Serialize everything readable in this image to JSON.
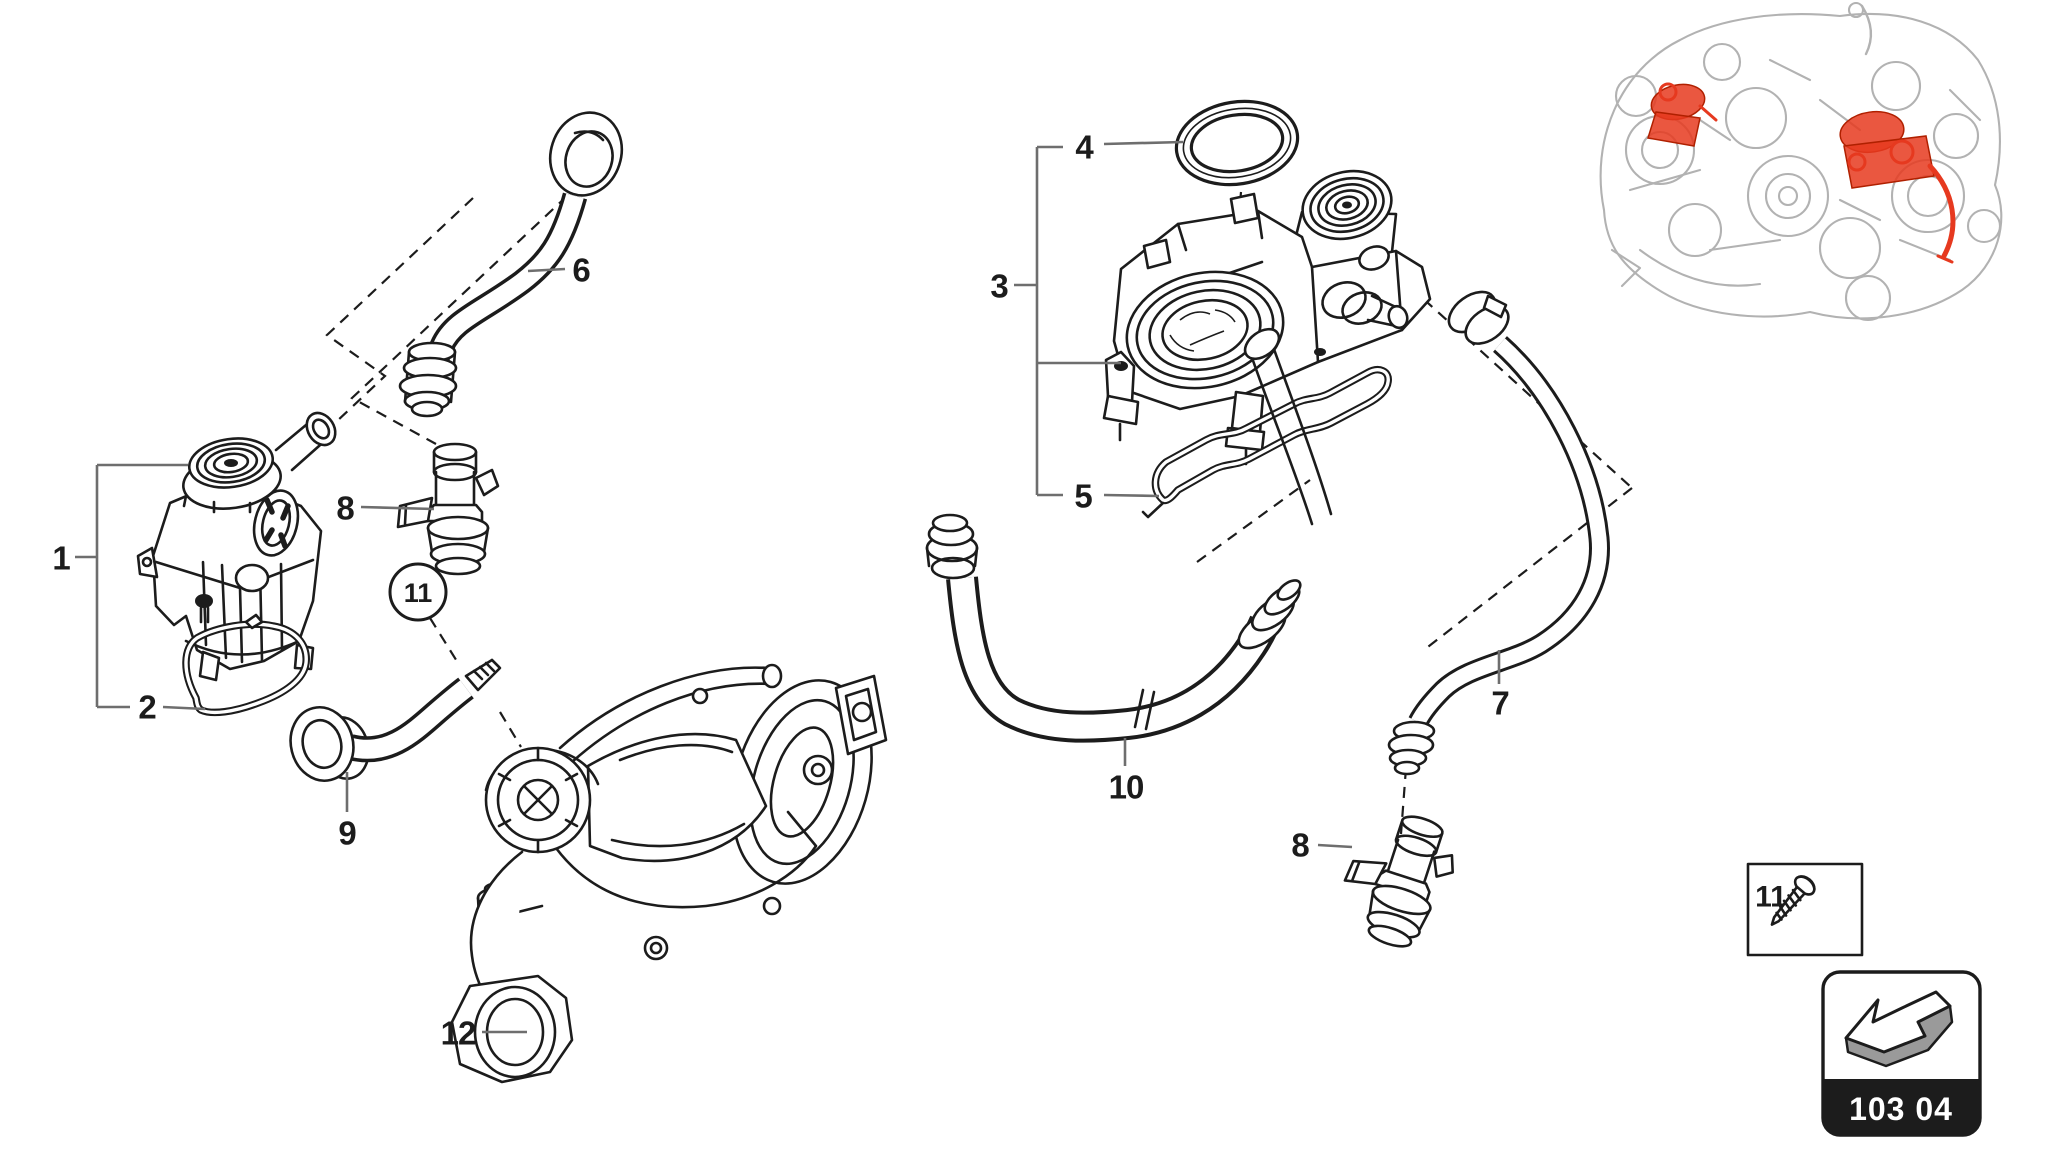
{
  "colors": {
    "line": "#1c1c1c",
    "leader": "#6e6e6e",
    "engine": "#b2b2b2",
    "highlight": "#e6391f",
    "badge_bg": "#000000",
    "badge_text": "#ffffff",
    "background": "#ffffff"
  },
  "callouts": {
    "left_unit": "1",
    "left_gasket": "2",
    "center_unit": "3",
    "seal_ring": "4",
    "center_gasket": "5",
    "hose_front": "6",
    "hose_right": "7",
    "valve_left": "8",
    "valve_right": "8",
    "hose_elbow": "9",
    "hose_center": "10",
    "screw_circle": "11",
    "turbo": "12"
  },
  "legend": {
    "item": "11",
    "icon": "screw-icon"
  },
  "badge": {
    "code": "103 04",
    "icon": "direction-arrow-icon"
  }
}
